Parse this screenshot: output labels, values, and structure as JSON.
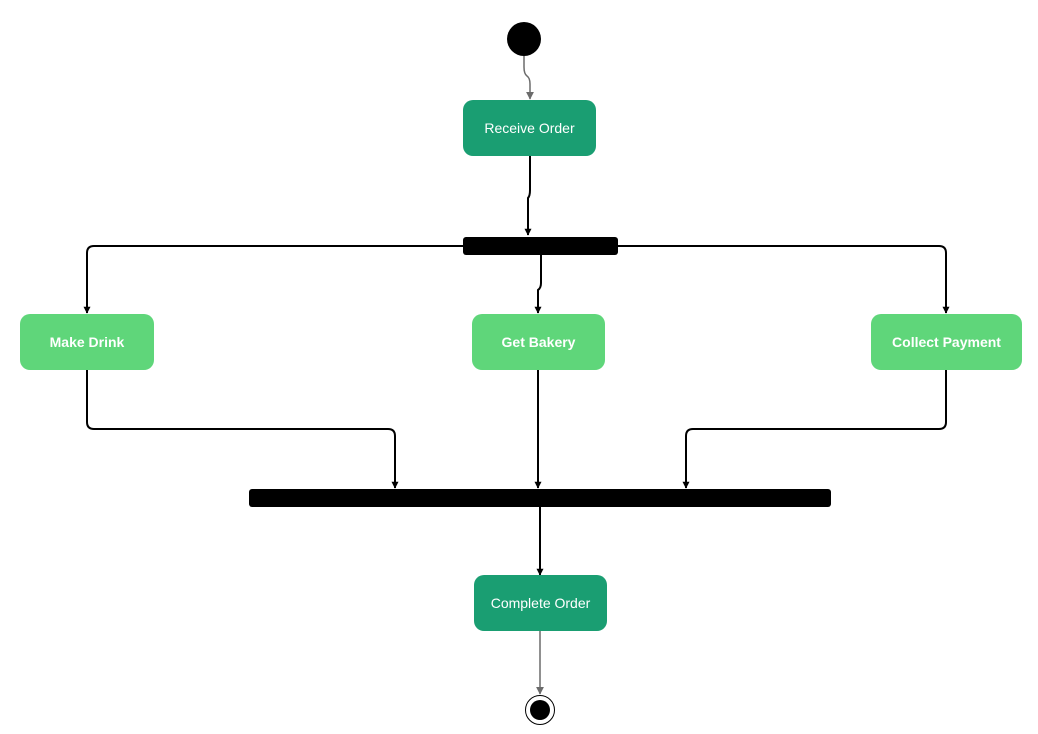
{
  "diagram": {
    "nodes": {
      "receive_order": "Receive Order",
      "make_drink": "Make Drink",
      "get_bakery": "Get Bakery",
      "collect_payment": "Collect Payment",
      "complete_order": "Complete Order"
    }
  },
  "colors": {
    "action_dark": "#1a9e72",
    "action_light": "#5fd67a",
    "bar": "#000000",
    "flow_line": "#000000",
    "flow_line_grey": "#6b6b6b"
  }
}
